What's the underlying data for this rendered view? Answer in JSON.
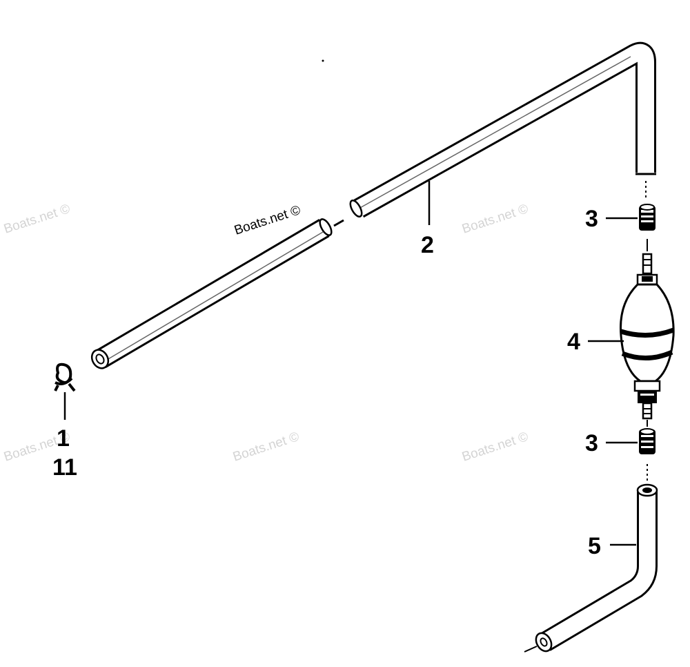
{
  "watermark": "Boats.net ©",
  "callouts": {
    "clip_primary": "1",
    "clip_secondary": "11",
    "fuel_line_long": "2",
    "clamp_upper": "3",
    "primer_bulb": "4",
    "clamp_lower": "3",
    "fuel_line_short": "5"
  },
  "colors": {
    "ink": "#000000",
    "watermark": "#d4d4d4",
    "paper": "#ffffff"
  },
  "parts": [
    {
      "name": "clip",
      "icon": "hose-clip-icon"
    },
    {
      "name": "fuel-line",
      "icon": "hose-icon"
    },
    {
      "name": "hose-clamp",
      "icon": "clamp-icon"
    },
    {
      "name": "primer-bulb",
      "icon": "primer-bulb-icon"
    },
    {
      "name": "fuel-line-short",
      "icon": "hose-icon"
    }
  ]
}
